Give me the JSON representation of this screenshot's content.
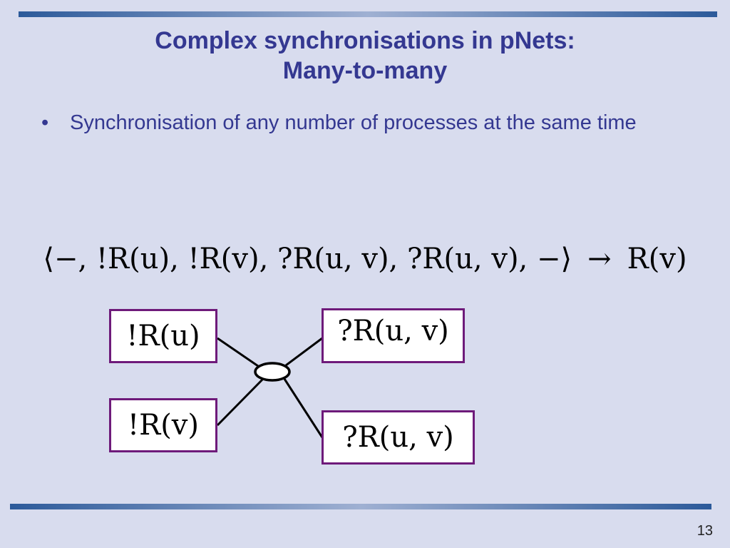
{
  "slide": {
    "title_line1": "Complex synchronisations in pNets:",
    "title_line2": "Many-to-many",
    "bullets": [
      {
        "marker": "•",
        "text": "Synchronisation of any number of processes at the same time"
      }
    ],
    "formula": {
      "vector": "⟨−, !R(u), !R(v), ?R(u, v), ?R(u, v), −⟩",
      "arrow": "→",
      "result": "R(v)"
    },
    "diagram": {
      "processes": [
        "!R(u)",
        "!R(v)",
        "?R(u, v)",
        "?R(u, v)"
      ],
      "colors": {
        "box_border": "#6e1a7a",
        "box_fill": "#ffffff",
        "link": "#000000"
      }
    },
    "page_number": "13",
    "colors": {
      "background": "#d8dcee",
      "title": "#343891",
      "rule": "#2c5a9a"
    }
  }
}
